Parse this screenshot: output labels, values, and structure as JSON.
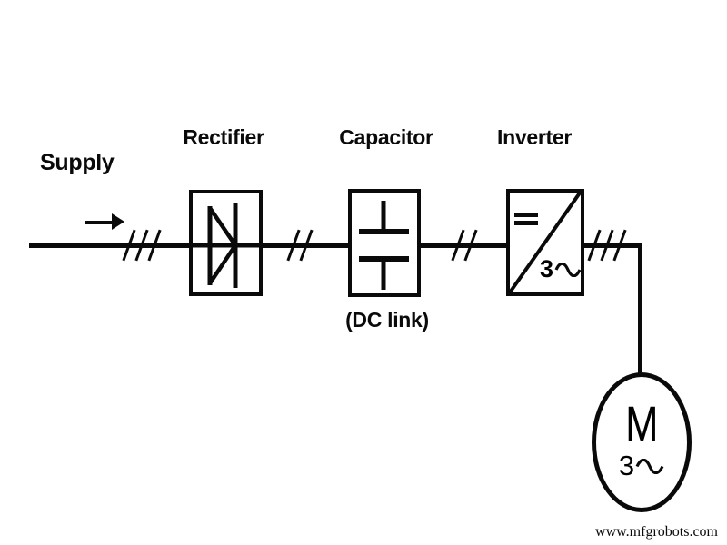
{
  "labels": {
    "supply": "Supply",
    "rectifier": "Rectifier",
    "capacitor": "Capacitor",
    "inverter": "Inverter",
    "dc_link": "(DC link)"
  },
  "inverter_block": {
    "dc_symbol": "=",
    "phase_number": "3",
    "phase_symbol": "sine-wave"
  },
  "motor": {
    "letter": "M",
    "phase_number": "3",
    "phase_symbol": "sine-wave"
  },
  "conductor_ticks": {
    "supply_to_rectifier": 3,
    "rectifier_to_capacitor": 2,
    "capacitor_to_inverter": 2,
    "inverter_to_motor": 3
  },
  "watermark": "www.mfgrobots.com",
  "colors": {
    "ink": "#0a0a0a",
    "background": "#ffffff"
  }
}
